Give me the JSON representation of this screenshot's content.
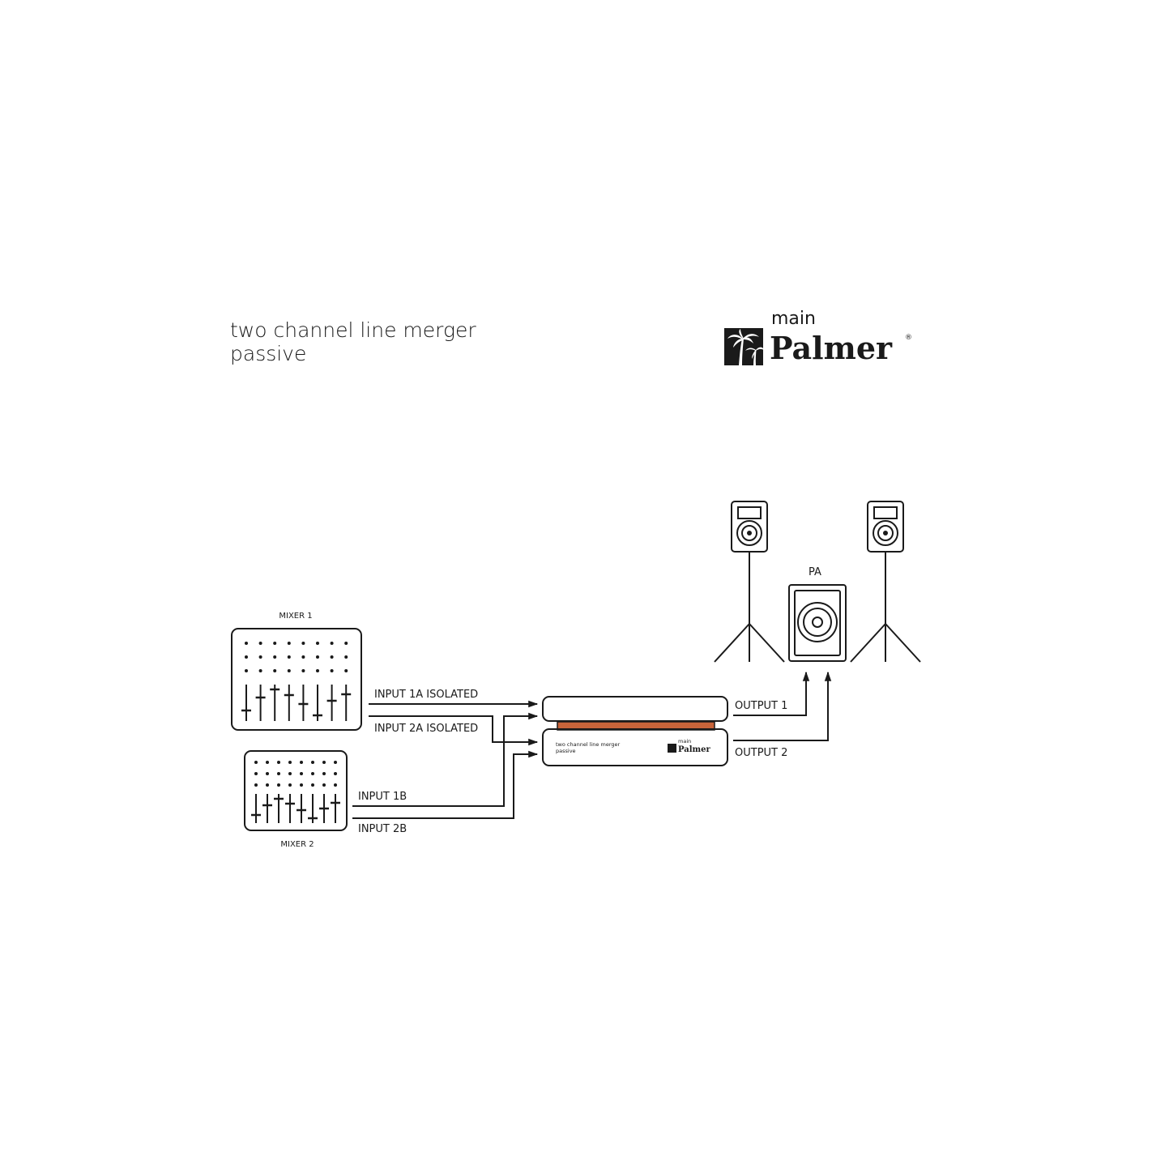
{
  "header": {
    "title_line1": "two channel line merger",
    "title_line2": "passive"
  },
  "brand": {
    "prefix": "main",
    "name": "Palmer",
    "registered": "®"
  },
  "mixers": {
    "mixer1": "MIXER 1",
    "mixer2": "MIXER 2"
  },
  "signals": {
    "input_1a": "INPUT 1A ISOLATED",
    "input_2a": "INPUT 2A ISOLATED",
    "input_1b": "INPUT 1B",
    "input_2b": "INPUT 2B",
    "output_1": "OUTPUT 1",
    "output_2": "OUTPUT 2"
  },
  "device": {
    "label_line1": "two channel line merger",
    "label_line2": "passive",
    "brand_prefix": "main",
    "brand_name": "Palmer",
    "accent_color": "#c8643a"
  },
  "pa": {
    "label": "PA"
  }
}
